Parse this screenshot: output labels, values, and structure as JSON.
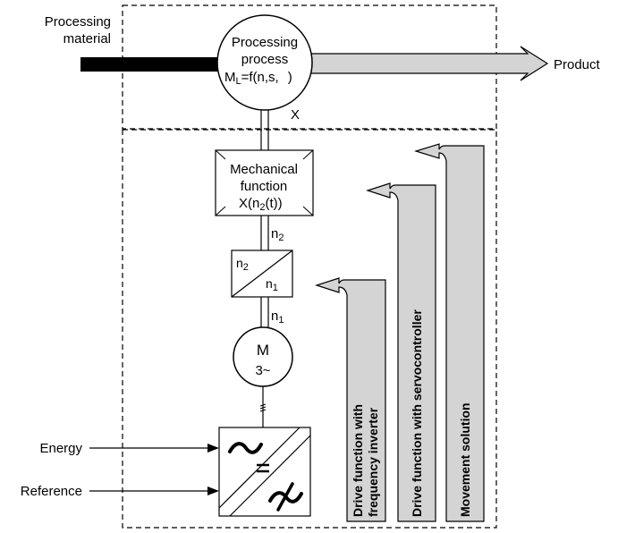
{
  "inputs": {
    "processing_material_line1": "Processing",
    "processing_material_line2": "material",
    "energy": "Energy",
    "reference": "Reference"
  },
  "output": {
    "product": "Product"
  },
  "process": {
    "line1": "Processing",
    "line2": "process",
    "formula_main": "M",
    "formula_sub": "L",
    "formula_rest": "=f(n,s,",
    "formula_close": ")",
    "x_label": "X"
  },
  "mechanical": {
    "line1": "Mechanical",
    "line2": "function",
    "line3_prefix": "X(n",
    "line3_sub": "2",
    "line3_suffix": "(t))"
  },
  "gear": {
    "top_main": "n",
    "top_sub": "2",
    "bottom_main": "n",
    "bottom_sub": "1"
  },
  "shaft_labels": {
    "upper_main": "n",
    "upper_sub": "2",
    "lower_main": "n",
    "lower_sub": "1"
  },
  "motor": {
    "line1": "M",
    "line2": "3~"
  },
  "converter": {
    "ac_symbol": "~",
    "dc_symbol": "="
  },
  "bars": [
    {
      "line1": "Drive function with",
      "line2": "frequency inverter"
    },
    {
      "line1": "Drive function with servocontroller"
    },
    {
      "line1": "Movement solution"
    }
  ],
  "colors": {
    "bar_fill": "#d4d4d4",
    "black": "#000000",
    "white": "#ffffff"
  }
}
